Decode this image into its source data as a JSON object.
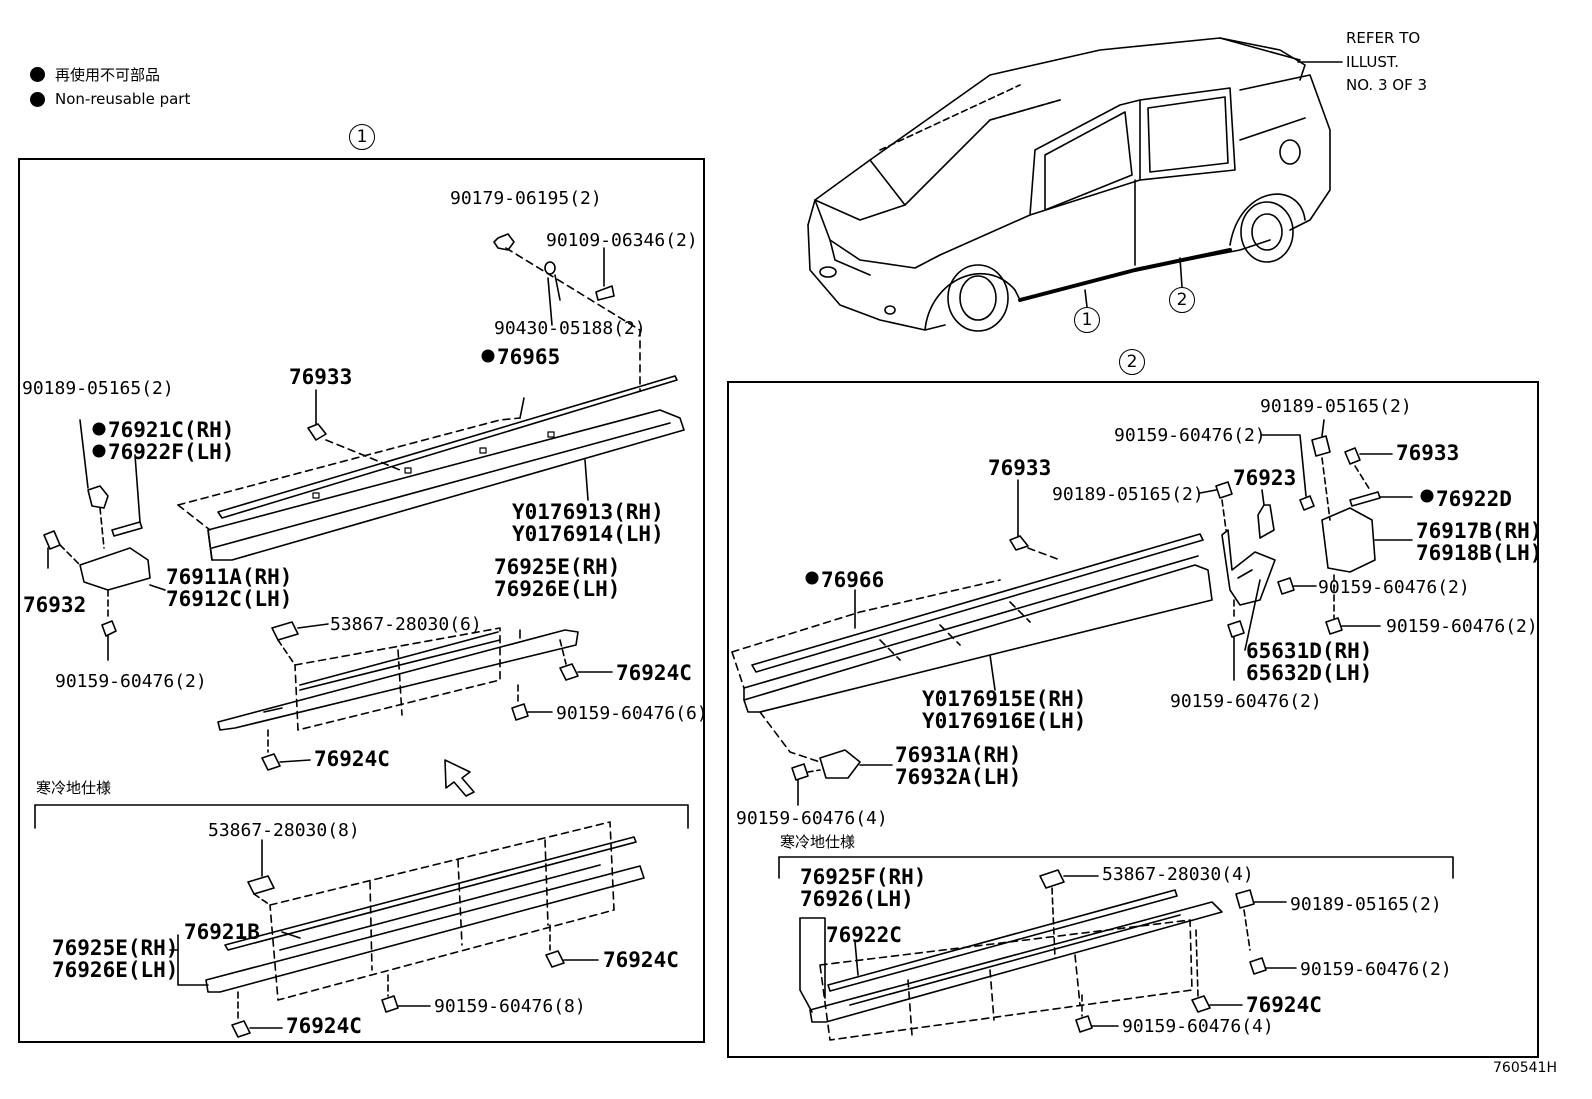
{
  "legend": {
    "jp": "再使用不可部品",
    "en": "Non-reusable part"
  },
  "refer": {
    "line1": "REFER TO",
    "line2": "ILLUST.",
    "line3": "NO. 3 OF 3"
  },
  "illustration_code": "760541H",
  "callouts": {
    "one": "1",
    "two": "2"
  },
  "panel1": {
    "label_90179": "90179-06195(2)",
    "label_90109": "90109-06346(2)",
    "label_90430": "90430-05188(2)",
    "label_76965": "76965",
    "label_76933": "76933",
    "label_90189": "90189-05165(2)",
    "label_76921C": "76921C(RH)",
    "label_76922F": "76922F(LH)",
    "label_y76913": "Y0176913(RH)",
    "label_y76914": "Y0176914(LH)",
    "label_76911A": "76911A(RH)",
    "label_76912C": "76912C(LH)",
    "label_76932": "76932",
    "label_90159_2": "90159-60476(2)",
    "label_76925E": "76925E(RH)",
    "label_76926E": "76926E(LH)",
    "label_53867_6": "53867-28030(6)",
    "label_76924C_a": "76924C",
    "label_90159_6": "90159-60476(6)",
    "label_76924C_b": "76924C",
    "cold_spec": "寒冷地仕様",
    "cold_53867_8": "53867-28030(8)",
    "cold_76921B": "76921B",
    "cold_76925E": "76925E(RH)",
    "cold_76926E": "76926E(LH)",
    "cold_76924C_a": "76924C",
    "cold_90159_8": "90159-60476(8)",
    "cold_76924C_b": "76924C"
  },
  "panel2": {
    "label_90189_top": "90189-05165(2)",
    "label_90159_top": "90159-60476(2)",
    "label_76933_right": "76933",
    "label_76933_left": "76933",
    "label_76923": "76923",
    "label_90189_mid": "90189-05165(2)",
    "label_76922D": "76922D",
    "label_76917B": "76917B(RH)",
    "label_76918B": "76918B(LH)",
    "label_76966": "76966",
    "label_90159_right1": "90159-60476(2)",
    "label_90159_right2": "90159-60476(2)",
    "label_65631D": "65631D(RH)",
    "label_65632D": "65632D(LH)",
    "label_y76915E": "Y0176915E(RH)",
    "label_y76916E": "Y0176916E(LH)",
    "label_90159_mid": "90159-60476(2)",
    "label_76931A": "76931A(RH)",
    "label_76932A": "76932A(LH)",
    "label_90159_4": "90159-60476(4)",
    "cold_spec": "寒冷地仕様",
    "cold_76925F": "76925F(RH)",
    "cold_76926": "76926(LH)",
    "cold_53867_4": "53867-28030(4)",
    "cold_90189": "90189-05165(2)",
    "cold_76922C": "76922C",
    "cold_90159_2": "90159-60476(2)",
    "cold_76924C": "76924C",
    "cold_90159_4": "90159-60476(4)"
  }
}
